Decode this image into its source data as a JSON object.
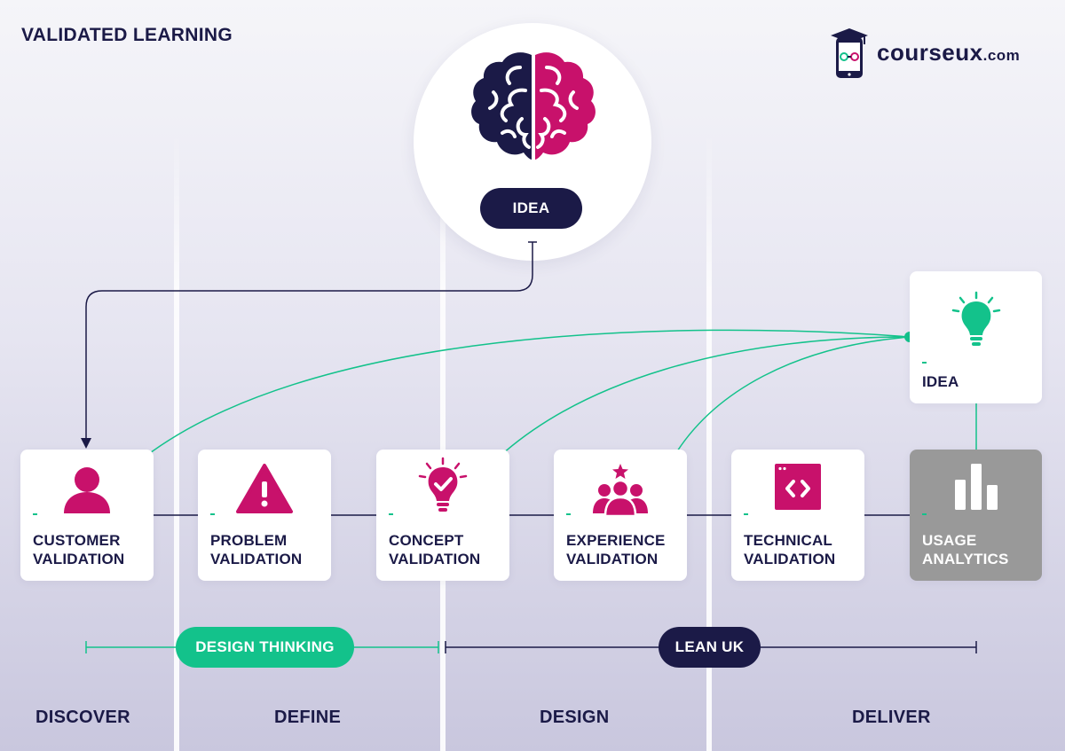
{
  "title": "VALIDATED LEARNING",
  "logo": {
    "name": "courseux",
    "domain": ".com"
  },
  "brain_idea_label": "IDEA",
  "idea_card": {
    "label": "IDEA",
    "icon": "lightbulb-icon"
  },
  "cards": [
    {
      "line1": "CUSTOMER",
      "line2": "VALIDATION",
      "icon": "person-icon"
    },
    {
      "line1": "PROBLEM",
      "line2": "VALIDATION",
      "icon": "warning-icon"
    },
    {
      "line1": "CONCEPT",
      "line2": "VALIDATION",
      "icon": "lightbulb-check-icon"
    },
    {
      "line1": "EXPERIENCE",
      "line2": "VALIDATION",
      "icon": "group-star-icon"
    },
    {
      "line1": "TECHNICAL",
      "line2": "VALIDATION",
      "icon": "code-window-icon"
    },
    {
      "line1": "USAGE",
      "line2": "ANALYTICS",
      "icon": "bar-chart-icon"
    }
  ],
  "methods": {
    "design_thinking": "DESIGN THINKING",
    "lean": "LEAN UK"
  },
  "phases": [
    "DISCOVER",
    "DEFINE",
    "DESIGN",
    "DELIVER"
  ],
  "colors": {
    "navy": "#1b1a47",
    "magenta": "#c8116b",
    "green": "#13c28b",
    "gray": "#999999"
  }
}
